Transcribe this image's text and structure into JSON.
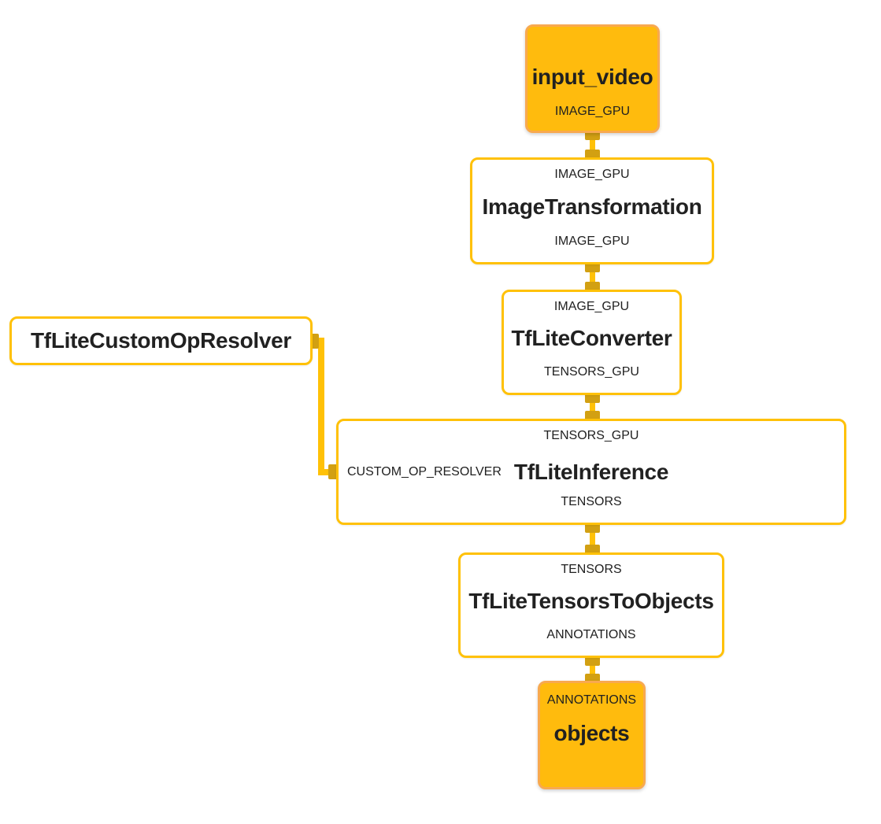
{
  "diagram": {
    "nodes": {
      "input_video": {
        "title": "input_video",
        "output_label": "IMAGE_GPU"
      },
      "image_transformation": {
        "input_label": "IMAGE_GPU",
        "title": "ImageTransformation",
        "output_label": "IMAGE_GPU"
      },
      "tflite_converter": {
        "input_label": "IMAGE_GPU",
        "title": "TfLiteConverter",
        "output_label": "TENSORS_GPU"
      },
      "tflite_custom_op_resolver": {
        "title": "TfLiteCustomOpResolver"
      },
      "tflite_inference": {
        "input_label": "TENSORS_GPU",
        "side_label": "CUSTOM_OP_RESOLVER",
        "title": "TfLiteInference",
        "output_label": "TENSORS"
      },
      "tflite_tensors_to_objects": {
        "input_label": "TENSORS",
        "title": "TfLiteTensorsToObjects",
        "output_label": "ANNOTATIONS"
      },
      "objects": {
        "input_label": "ANNOTATIONS",
        "title": "objects"
      }
    },
    "colors": {
      "edge": "#FFC107",
      "port": "#D2A012",
      "stream_fill": "#FFBB0D",
      "stream_border": "#F8A94F",
      "text": "#212121"
    }
  }
}
